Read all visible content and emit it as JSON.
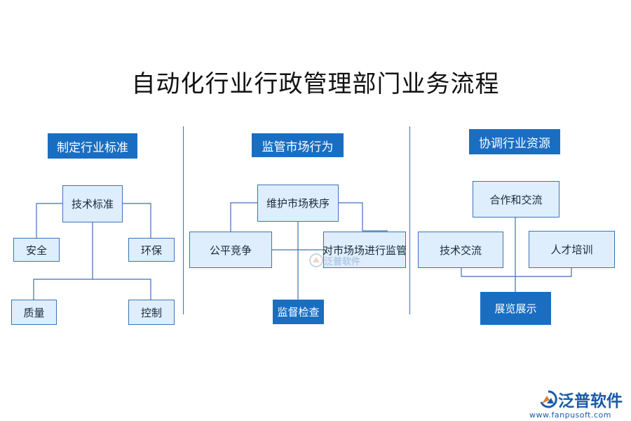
{
  "title": "自动化行业行政管理部门业务流程",
  "columns": [
    {
      "header": "制定行业标准",
      "nodes": [
        "技术标准",
        "安全",
        "环保",
        "质量",
        "控制"
      ]
    },
    {
      "header": "监管市场行为",
      "nodes": [
        "维护市场秩序",
        "公平竞争",
        "对市场场进行监管",
        "监督检查"
      ]
    },
    {
      "header": "协调行业资源",
      "nodes": [
        "合作和交流",
        "技术交流",
        "人才培训",
        "展览展示"
      ]
    }
  ],
  "watermark": {
    "text": "泛普软件"
  },
  "logo": {
    "text": "泛普软件",
    "url": "www.fanpusoft.com"
  },
  "colors": {
    "header_bg": "#1a6ec2",
    "node_bg": "#deeefc",
    "node_border": "#3b74b8",
    "line": "#3d6fb5"
  }
}
